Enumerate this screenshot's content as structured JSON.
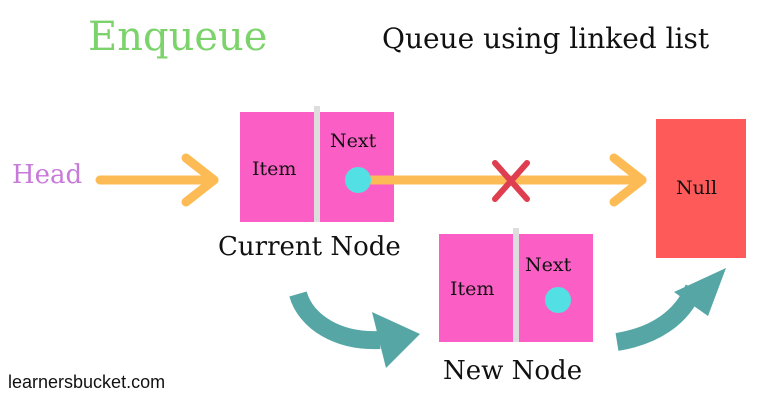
{
  "titles": {
    "left": "Enqueue",
    "right": "Queue using linked list"
  },
  "head_label": "Head",
  "current_node": {
    "item_label": "Item",
    "next_label": "Next",
    "caption": "Current Node"
  },
  "new_node": {
    "item_label": "Item",
    "next_label": "Next",
    "caption": "New Node"
  },
  "null_label": "Null",
  "footer": "learnersbucket.com",
  "colors": {
    "title_green": "#7dd36b",
    "head_purple": "#c87ad9",
    "node_pink": "#fb5fc6",
    "null_red": "#fe5a59",
    "pointer_orange": "#fdbb55",
    "pointer_dot": "#52e0e4",
    "cross_red": "#de3e4f",
    "curve_teal": "#55a6a5"
  }
}
